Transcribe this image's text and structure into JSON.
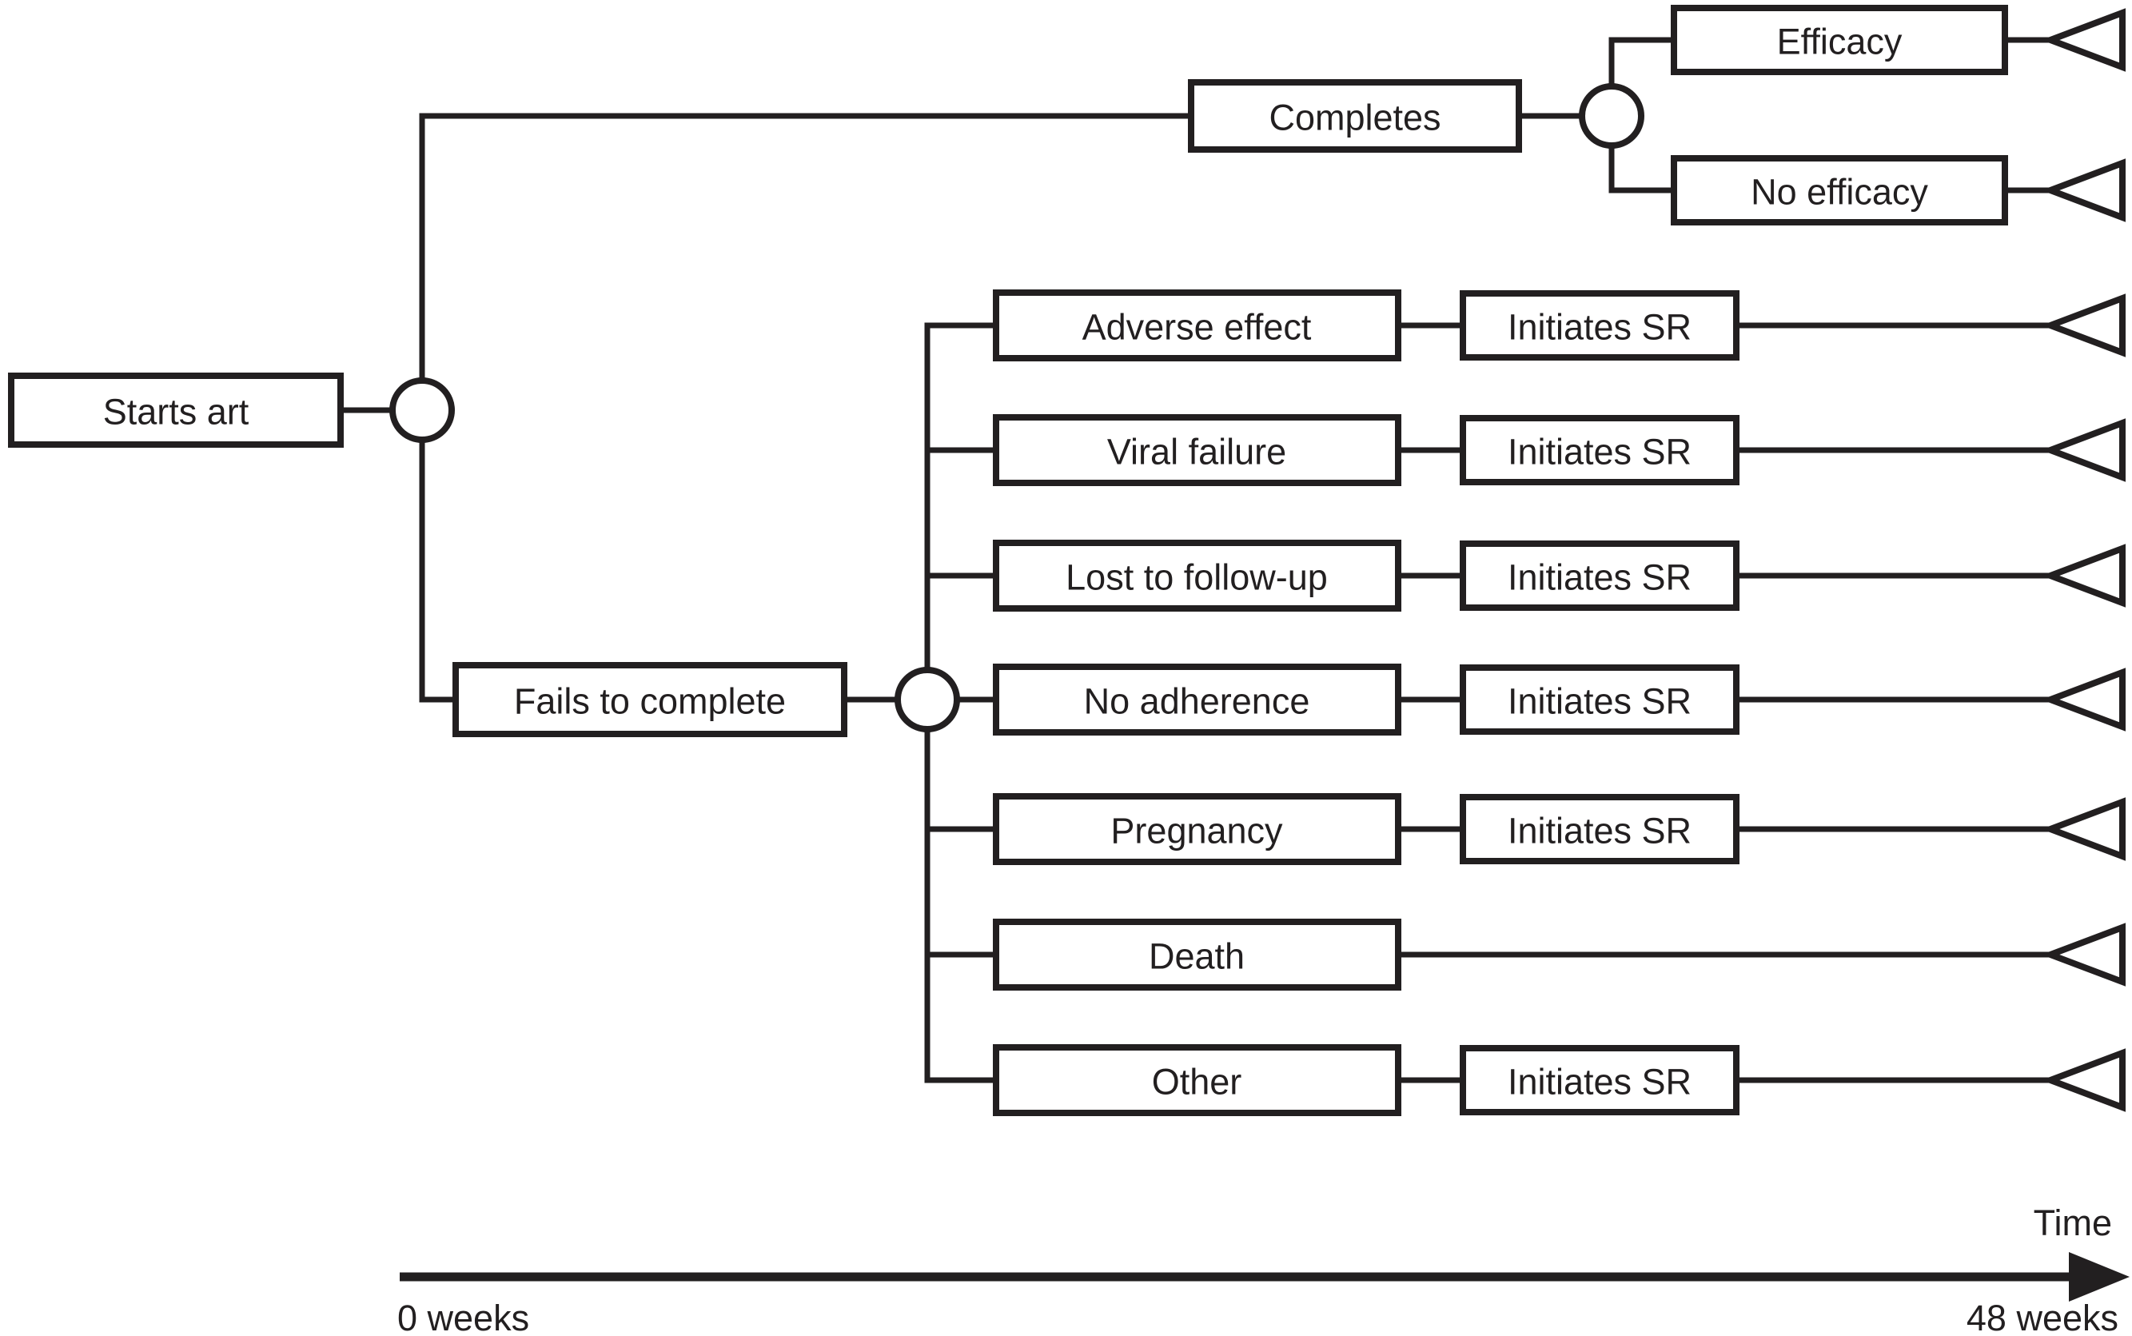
{
  "figure": {
    "root_label": "Starts art",
    "completes": {
      "label": "Completes",
      "efficacy": "Efficacy",
      "no_efficacy": "No efficacy"
    },
    "fails": {
      "label": "Fails to complete",
      "branches": [
        {
          "label": "Adverse effect",
          "initiates": "Initiates SR"
        },
        {
          "label": "Viral failure",
          "initiates": "Initiates SR"
        },
        {
          "label": "Lost to follow-up",
          "initiates": "Initiates SR"
        },
        {
          "label": "No adherence",
          "initiates": "Initiates SR"
        },
        {
          "label": "Pregnancy",
          "initiates": "Initiates SR"
        },
        {
          "label": "Death",
          "initiates": ""
        },
        {
          "label": "Other",
          "initiates": "Initiates SR"
        }
      ]
    },
    "timeline": {
      "axis_label": "Time",
      "start_label": "0 weeks",
      "end_label": "48 weeks"
    },
    "colors": {
      "ink": "#221f20",
      "background": "#ffffff"
    }
  }
}
